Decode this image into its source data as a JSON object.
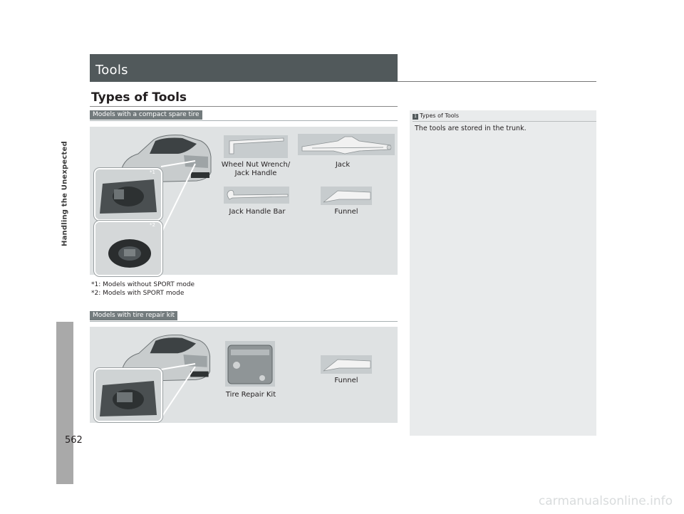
{
  "page": {
    "number": "562",
    "side_tab_label": "Handling the Unexpected"
  },
  "header": {
    "title": "Tools"
  },
  "section": {
    "title": "Types of Tools",
    "compact_spare": {
      "badge": "Models with a compact spare tire",
      "inset_markers": [
        "*1",
        "*2"
      ],
      "tools": {
        "wrench": "Wheel Nut Wrench/",
        "wrench_line2": "Jack Handle",
        "jack": "Jack",
        "handle_bar": "Jack Handle Bar",
        "funnel": "Funnel"
      },
      "footnotes": [
        "*1: Models without SPORT mode",
        "*2: Models with SPORT mode"
      ]
    },
    "repair_kit": {
      "badge": "Models with tire repair kit",
      "tools": {
        "kit": "Tire Repair Kit",
        "funnel": "Funnel"
      }
    }
  },
  "note": {
    "marker": "1",
    "title": "Types of Tools",
    "body": "The tools are stored in the trunk."
  },
  "watermark": "carmanualsonline.info",
  "colors": {
    "header_bar": "#51595b",
    "badge": "#737b7d",
    "panel": "#dfe2e3",
    "side_tab": "#a9a9a9",
    "note_box": "#e9ebec"
  }
}
